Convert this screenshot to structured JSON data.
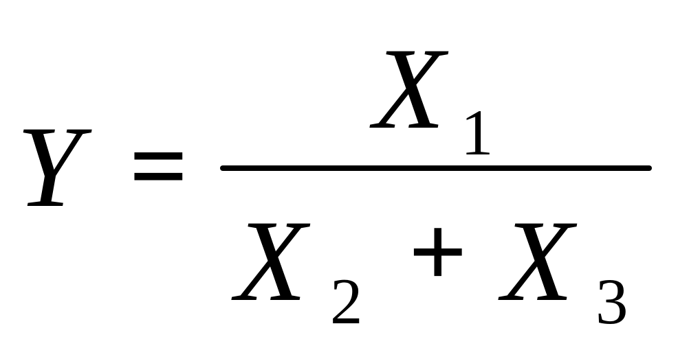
{
  "equation": {
    "lhs": "Y",
    "equals": "=",
    "numerator": {
      "var": "X",
      "sub": "1"
    },
    "denominator": {
      "term1": {
        "var": "X",
        "sub": "2"
      },
      "plus": "+",
      "term2": {
        "var": "X",
        "sub": "3"
      }
    }
  }
}
